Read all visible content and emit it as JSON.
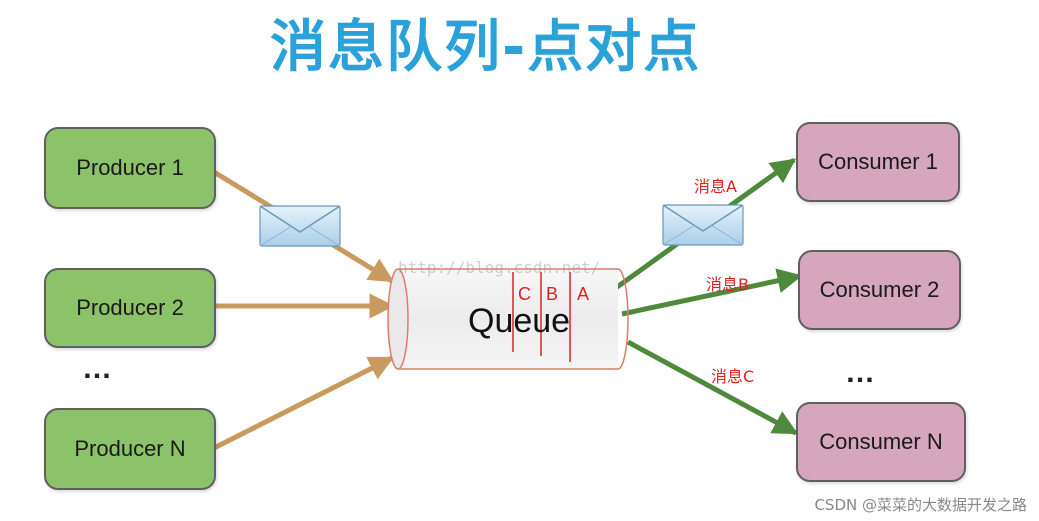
{
  "title": "消息队列-点对点",
  "producers": [
    "Producer 1",
    "Producer 2",
    "Producer N"
  ],
  "consumers": [
    "Consumer 1",
    "Consumer 2",
    "Consumer N"
  ],
  "ellipsis": "…",
  "queue": {
    "label": "Queue",
    "messages": [
      "C",
      "B",
      "A"
    ]
  },
  "message_labels": [
    "消息A",
    "消息B",
    "消息C"
  ],
  "watermark": "http://blog.csdn.net/",
  "footer": "CSDN @菜菜的大数据开发之路",
  "colors": {
    "title": "#2aa1d8",
    "producer_fill": "#8cc26a",
    "consumer_fill": "#d6a6bd",
    "producer_arrow": "#c99a5e",
    "consumer_arrow": "#4f8a3c",
    "queue_outline": "#e07a6a",
    "message_divider": "#e02020"
  }
}
